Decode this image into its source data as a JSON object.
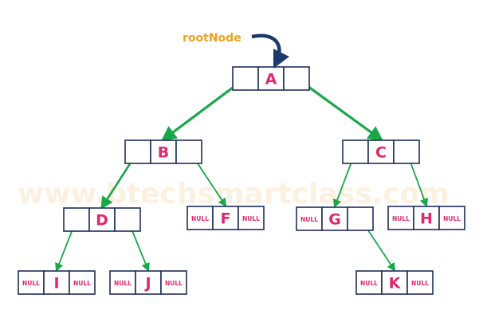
{
  "watermark": "www.btechsmartclass.com",
  "root_label": "rootNode",
  "colors": {
    "node_border": "#1f2d5c",
    "node_label": "#e0286e",
    "edge": "#1aa64a",
    "root_pointer": "#1b3a6b",
    "root_label": "#f0a21c"
  },
  "nodes": [
    {
      "id": "A",
      "label": "A",
      "left": "",
      "right": ""
    },
    {
      "id": "B",
      "label": "B",
      "left": "",
      "right": ""
    },
    {
      "id": "C",
      "label": "C",
      "left": "",
      "right": ""
    },
    {
      "id": "D",
      "label": "D",
      "left": "",
      "right": ""
    },
    {
      "id": "F",
      "label": "F",
      "left": "NULL",
      "right": "NULL"
    },
    {
      "id": "G",
      "label": "G",
      "left": "NULL",
      "right": ""
    },
    {
      "id": "H",
      "label": "H",
      "left": "NULL",
      "right": "NULL"
    },
    {
      "id": "I",
      "label": "I",
      "left": "NULL",
      "right": "NULL"
    },
    {
      "id": "J",
      "label": "J",
      "left": "NULL",
      "right": "NULL"
    },
    {
      "id": "K",
      "label": "K",
      "left": "NULL",
      "right": "NULL"
    }
  ],
  "edges": [
    {
      "from": "A",
      "to": "B"
    },
    {
      "from": "A",
      "to": "C"
    },
    {
      "from": "B",
      "to": "D"
    },
    {
      "from": "B",
      "to": "F"
    },
    {
      "from": "C",
      "to": "G"
    },
    {
      "from": "C",
      "to": "H"
    },
    {
      "from": "D",
      "to": "I"
    },
    {
      "from": "D",
      "to": "J"
    },
    {
      "from": "G",
      "to": "K"
    }
  ]
}
